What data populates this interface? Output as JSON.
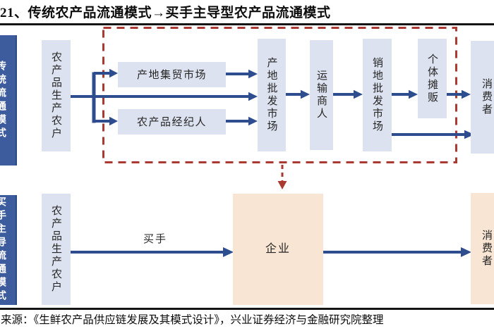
{
  "header": {
    "title": "21、传统农产品流通模式→买手主导型农产品流通模式"
  },
  "sidebars": {
    "top_label": "传统流通模式",
    "bottom_label": "买手主导流通模式"
  },
  "top_flow": {
    "farmer": "农产品生产农户",
    "origin_trade_market": "产地集贸市场",
    "broker": "农产品经纪人",
    "origin_wholesale_market": "产地批发市场",
    "transport_merchant": "运输商人",
    "destination_wholesale_market": "销地批发市场",
    "individual_vendor": "个体摊贩",
    "consumer": "消费者"
  },
  "bottom_flow": {
    "farmer": "农产品生产农户",
    "buyer_arrow_label": "买手",
    "enterprise": "企业",
    "consumer": "消费者"
  },
  "footer": {
    "source": "来源：《生鲜农产品供应链发展及其模式设计》，兴业证券经济与金融研究院整理"
  },
  "colors": {
    "arrow_navy": "#2d4d8e",
    "node_fill_blue": "#dce2ef",
    "node_fill_peach": "#f8e5d4",
    "sidebar_blue": "#3d5c9e",
    "dashed_red": "#a93a32"
  }
}
